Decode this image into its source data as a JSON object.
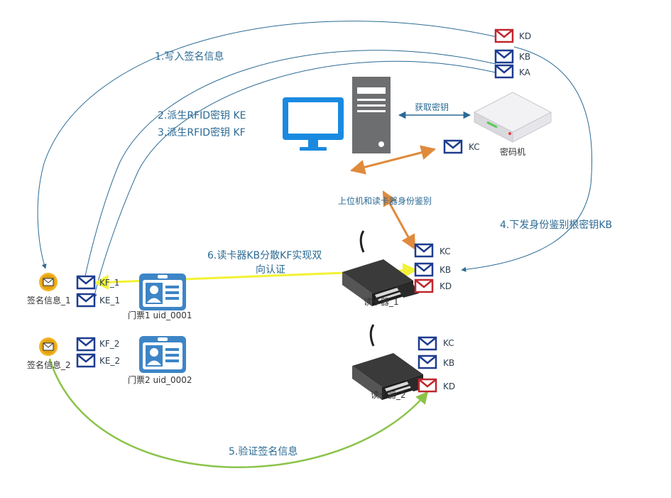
{
  "steps": {
    "s1": "1.写入签名信息",
    "s2": "2.派生RFID密钥 KE",
    "s3": "3.派生RFID密钥 KF",
    "s4": "4.下发身份鉴别根密钥KB",
    "s5": "5.验证签名信息",
    "s6_line1": "6.读卡器KB分散KF实现双",
    "s6_line2": "向认证"
  },
  "labels": {
    "get_key": "获取密钥",
    "host_reader_auth": "上位机和读卡器身份鉴别",
    "hsm": "密码机",
    "reader1": "读卡器_1",
    "reader2": "读卡器_2",
    "sig1": "签名信息_1",
    "sig2": "签名信息_2",
    "ticket1": "门票1 uid_0001",
    "ticket2": "门票2 uid_0002"
  },
  "keys": {
    "top_kd": "KD",
    "top_kb": "KB",
    "top_ka": "KA",
    "hsm_kc": "KC",
    "r1_kc": "KC",
    "r1_kb": "KB",
    "r1_kd": "KD",
    "r2_kc": "KC",
    "r2_kb": "KB",
    "r2_kd": "KD",
    "t1_kf": "KF_1",
    "t1_ke": "KE_1",
    "t2_kf": "KF_2",
    "t2_ke": "KE_2"
  },
  "colors": {
    "text_blue": "#2b6a94",
    "key_blue": "#1d3c8f",
    "key_red": "#c0272d",
    "monitor_blue": "#1a8ae0",
    "tower_gray": "#6d6e70",
    "orange_arrow": "#e08a3c",
    "yellow_arrow": "#f2f234",
    "green_arrow": "#8bc34a",
    "seal_gold": "#f2b320",
    "card_blue": "#3d85c6"
  }
}
